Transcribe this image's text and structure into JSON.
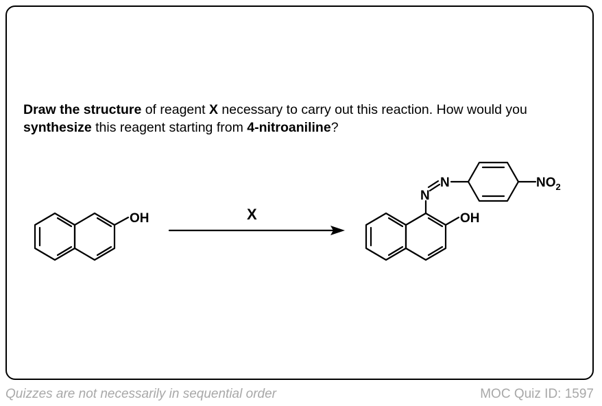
{
  "question": {
    "segments": [
      {
        "text": "Draw the structure",
        "bold": true
      },
      {
        "text": " of reagent ",
        "bold": false
      },
      {
        "text": "X",
        "bold": true
      },
      {
        "text": " necessary to carry out this reaction. How would you ",
        "bold": false
      },
      {
        "text": "synthesize",
        "bold": true
      },
      {
        "text": " this reagent starting from ",
        "bold": false
      },
      {
        "text": "4-nitroaniline",
        "bold": true
      },
      {
        "text": "?",
        "bold": false
      }
    ]
  },
  "scheme": {
    "reactant_oh_label": "OH",
    "reagent_label": "X",
    "product_oh_label": "OH",
    "azo_n1_label": "N",
    "azo_n2_label": "N",
    "nitro_label": "NO",
    "nitro_subscript": "2"
  },
  "footer": {
    "left_text": "Quizzes are not necessarily in sequential order",
    "right_text": "MOC Quiz ID: 1597"
  },
  "colors": {
    "border": "#000000",
    "footer_text": "#a8a8a8"
  }
}
